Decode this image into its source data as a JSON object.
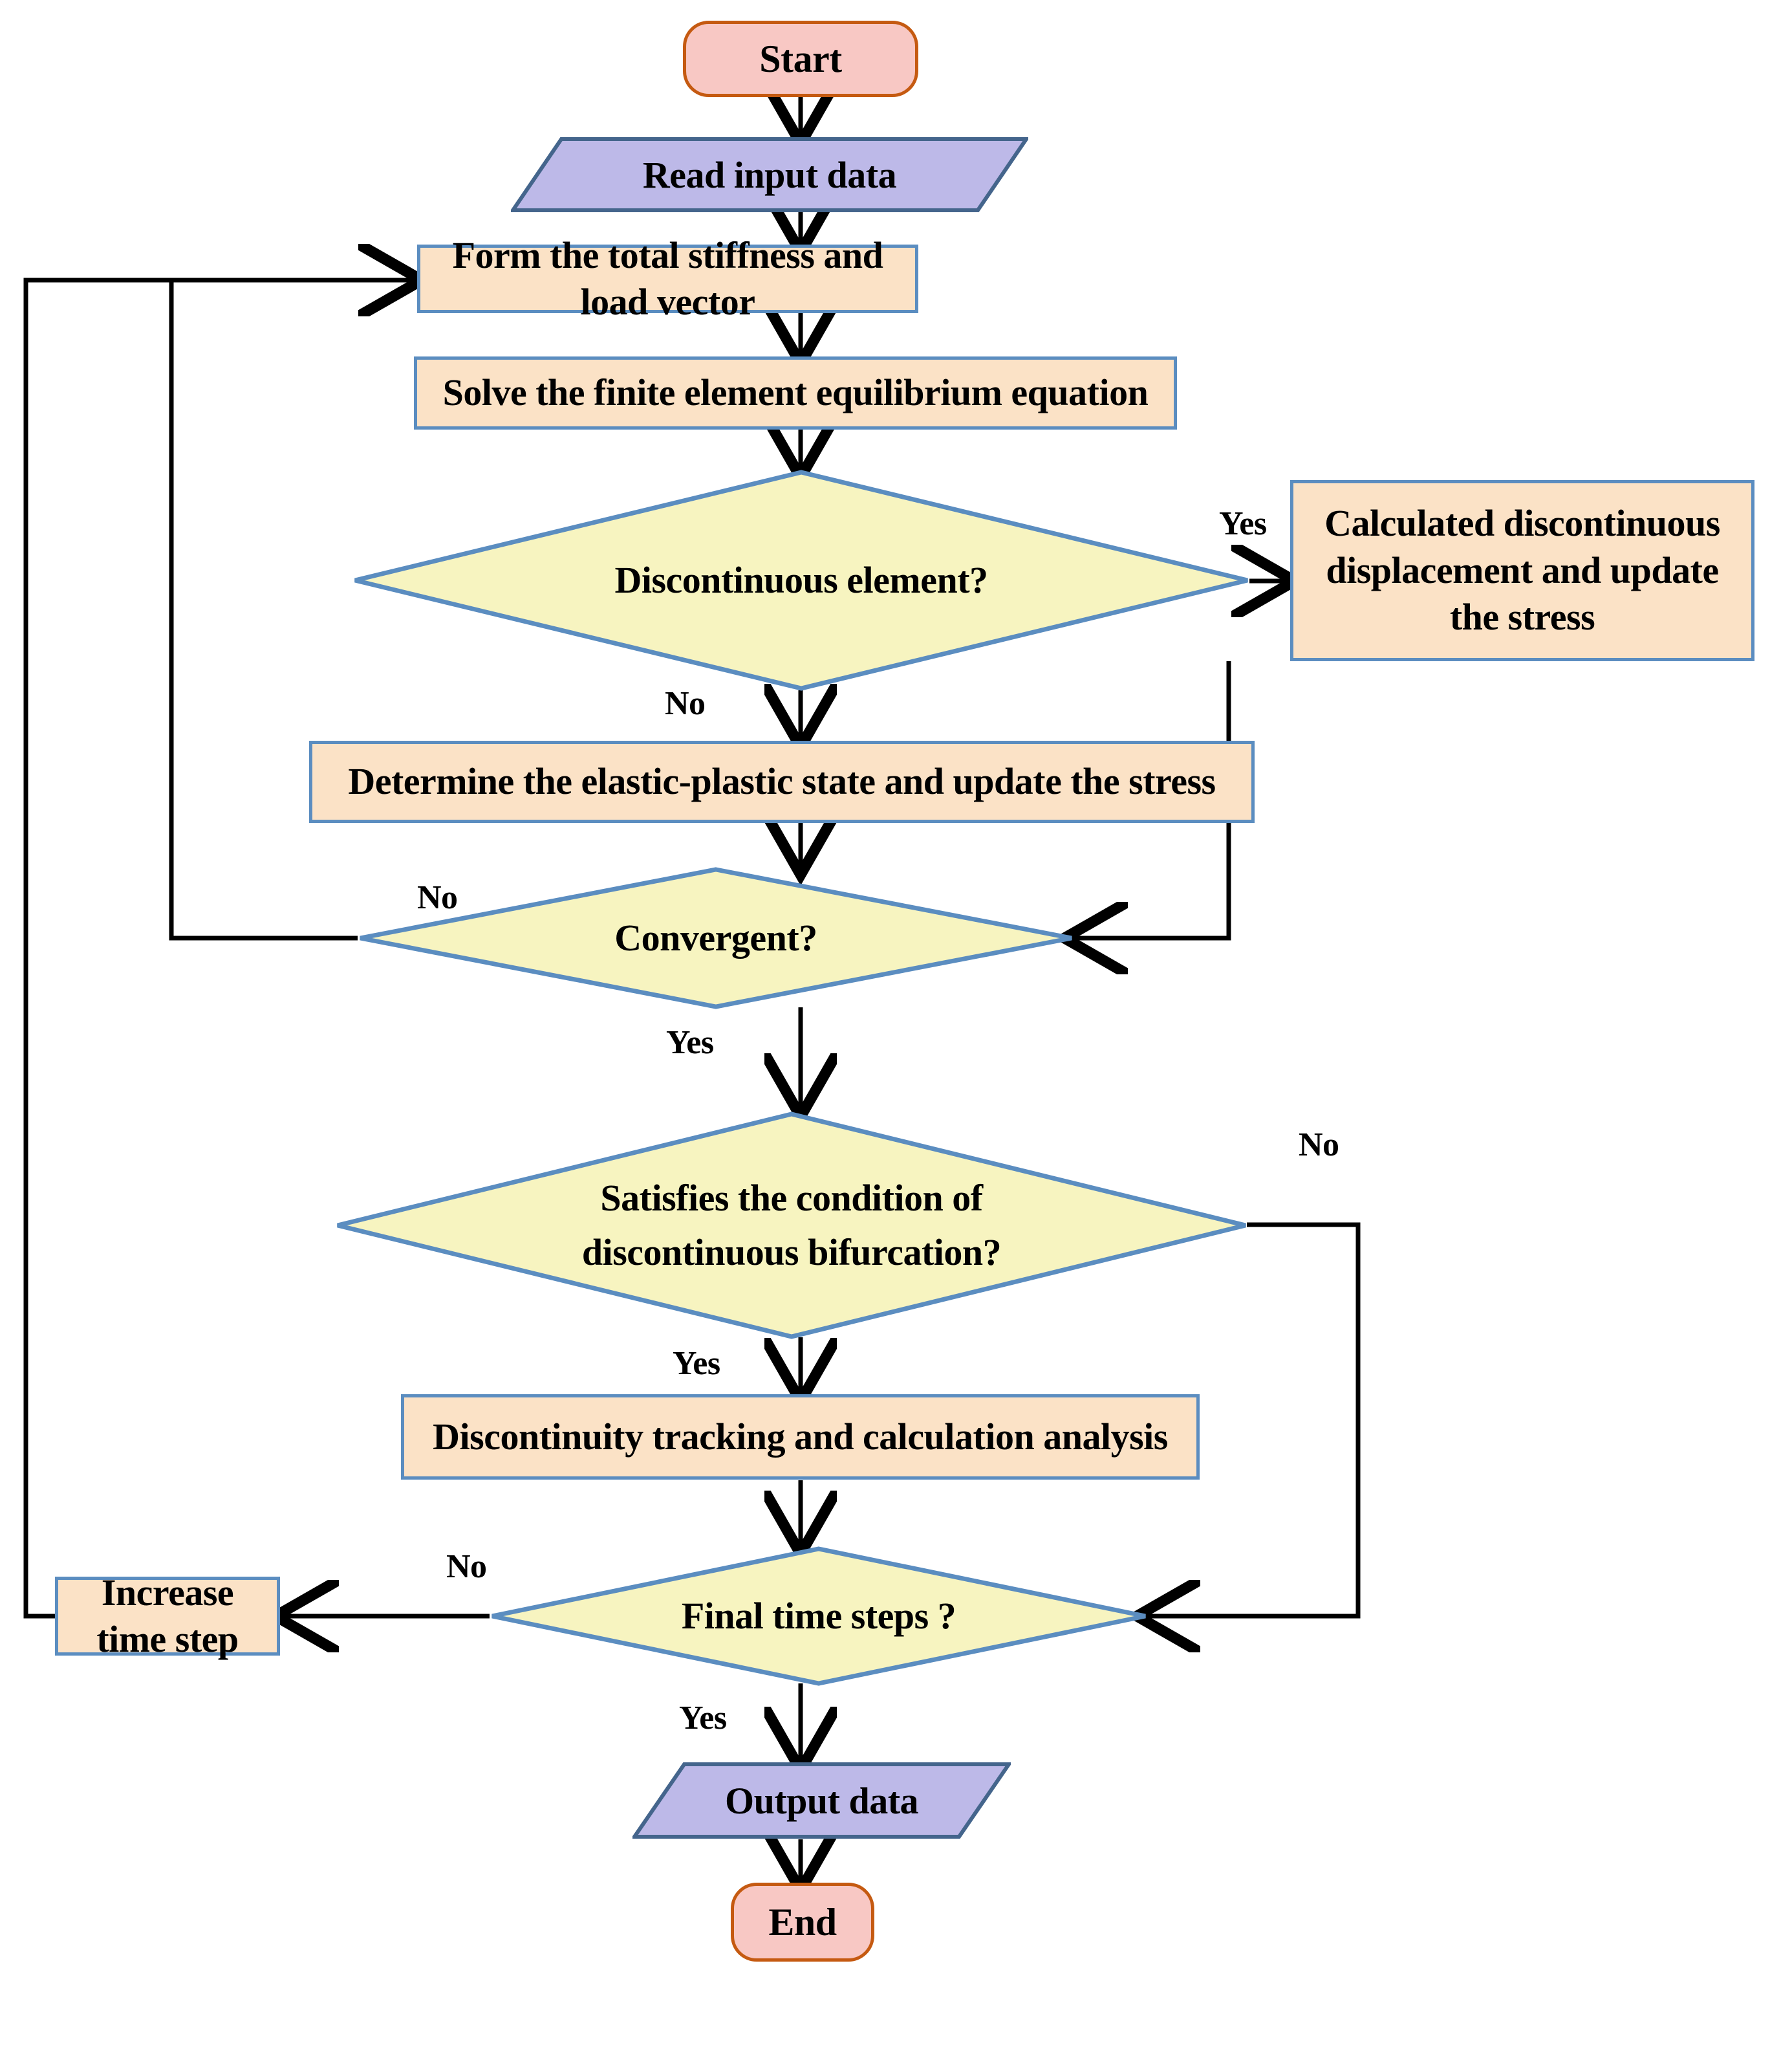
{
  "diagram": {
    "title": "Finite element discontinuous bifurcation analysis flowchart",
    "colors": {
      "terminator_fill": "#F8C8C4",
      "terminator_stroke": "#C55A11",
      "io_fill": "#BDB9E8",
      "io_stroke": "#44658C",
      "process_fill": "#FBE2C6",
      "process_stroke": "#5B8DC0",
      "decision_fill": "#F7F4C0",
      "decision_stroke": "#5B8DC0",
      "connector": "#000000",
      "background": "#FFFFFF"
    },
    "nodes": {
      "start": {
        "label": "Start",
        "shape": "terminator"
      },
      "read_input": {
        "label": "Read input data",
        "shape": "parallelogram"
      },
      "form_stiffness": {
        "label": "Form the total stiffness and load vector",
        "shape": "process"
      },
      "solve_equation": {
        "label": "Solve the finite element equilibrium equation",
        "shape": "process"
      },
      "discontinuous_element": {
        "label": "Discontinuous element?",
        "shape": "decision"
      },
      "calc_discontinuous": {
        "label": "Calculated discontinuous displacement and update the stress",
        "shape": "process"
      },
      "determine_elastic": {
        "label": "Determine the elastic-plastic state and update the stress",
        "shape": "process"
      },
      "convergent": {
        "label": "Convergent?",
        "shape": "decision"
      },
      "satisfies_bifurcation": {
        "label": "Satisfies the condition of discontinuous bifurcation?",
        "shape": "decision",
        "line1": "Satisfies the condition of",
        "line2": "discontinuous bifurcation?"
      },
      "discontinuity_tracking": {
        "label": "Discontinuity tracking and calculation analysis",
        "shape": "process"
      },
      "final_time_steps": {
        "label": "Final time steps ?",
        "shape": "decision"
      },
      "increase_time_step": {
        "label": "Increase time step",
        "shape": "process"
      },
      "output_data": {
        "label": "Output data",
        "shape": "parallelogram"
      },
      "end": {
        "label": "End",
        "shape": "terminator"
      }
    },
    "edge_labels": {
      "discontinuous_yes": "Yes",
      "discontinuous_no": "No",
      "convergent_no": "No",
      "convergent_yes": "Yes",
      "bifurcation_no": "No",
      "bifurcation_yes": "Yes",
      "final_no": "No",
      "final_yes": "Yes"
    },
    "edges": [
      {
        "from": "start",
        "to": "read_input",
        "label": ""
      },
      {
        "from": "read_input",
        "to": "form_stiffness",
        "label": ""
      },
      {
        "from": "form_stiffness",
        "to": "solve_equation",
        "label": ""
      },
      {
        "from": "solve_equation",
        "to": "discontinuous_element",
        "label": ""
      },
      {
        "from": "discontinuous_element",
        "to": "calc_discontinuous",
        "label": "Yes"
      },
      {
        "from": "discontinuous_element",
        "to": "determine_elastic",
        "label": "No"
      },
      {
        "from": "calc_discontinuous",
        "to": "convergent",
        "label": ""
      },
      {
        "from": "determine_elastic",
        "to": "convergent",
        "label": ""
      },
      {
        "from": "convergent",
        "to": "form_stiffness",
        "label": "No"
      },
      {
        "from": "convergent",
        "to": "satisfies_bifurcation",
        "label": "Yes"
      },
      {
        "from": "satisfies_bifurcation",
        "to": "final_time_steps",
        "label": "No"
      },
      {
        "from": "satisfies_bifurcation",
        "to": "discontinuity_tracking",
        "label": "Yes"
      },
      {
        "from": "discontinuity_tracking",
        "to": "final_time_steps",
        "label": ""
      },
      {
        "from": "final_time_steps",
        "to": "increase_time_step",
        "label": "No"
      },
      {
        "from": "increase_time_step",
        "to": "form_stiffness",
        "label": ""
      },
      {
        "from": "final_time_steps",
        "to": "output_data",
        "label": "Yes"
      },
      {
        "from": "output_data",
        "to": "end",
        "label": ""
      }
    ]
  }
}
